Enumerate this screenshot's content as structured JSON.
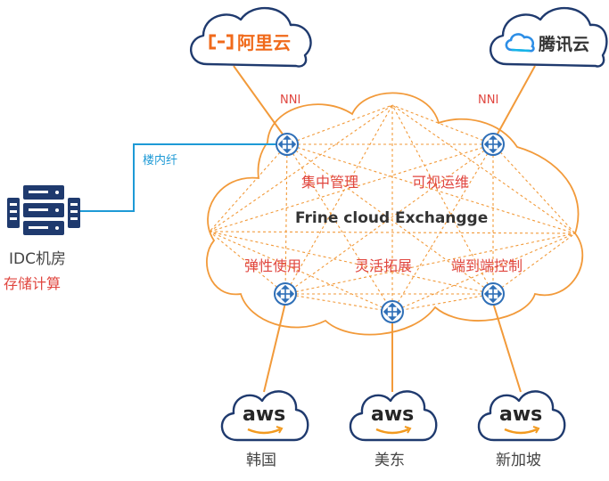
{
  "clouds": {
    "aliyun": {
      "label": "阿里云",
      "color": "#f06a1b"
    },
    "tencent": {
      "label": "腾讯云",
      "color": "#2d8ee6"
    }
  },
  "links": {
    "nni_left": "NNI",
    "nni_right": "NNI",
    "building_fiber": "楼内纤"
  },
  "idc": {
    "title": "IDC机房",
    "subtitle": "存储计算"
  },
  "exchange": {
    "name": "Frine cloud Exchangge",
    "features": [
      "集中管理",
      "可视运维",
      "弹性使用",
      "灵活拓展",
      "端到端控制"
    ],
    "color": "#f29a3a"
  },
  "aws_regions": [
    {
      "logo": "aws",
      "label": "韩国"
    },
    {
      "logo": "aws",
      "label": "美东"
    },
    {
      "logo": "aws",
      "label": "新加坡"
    }
  ]
}
